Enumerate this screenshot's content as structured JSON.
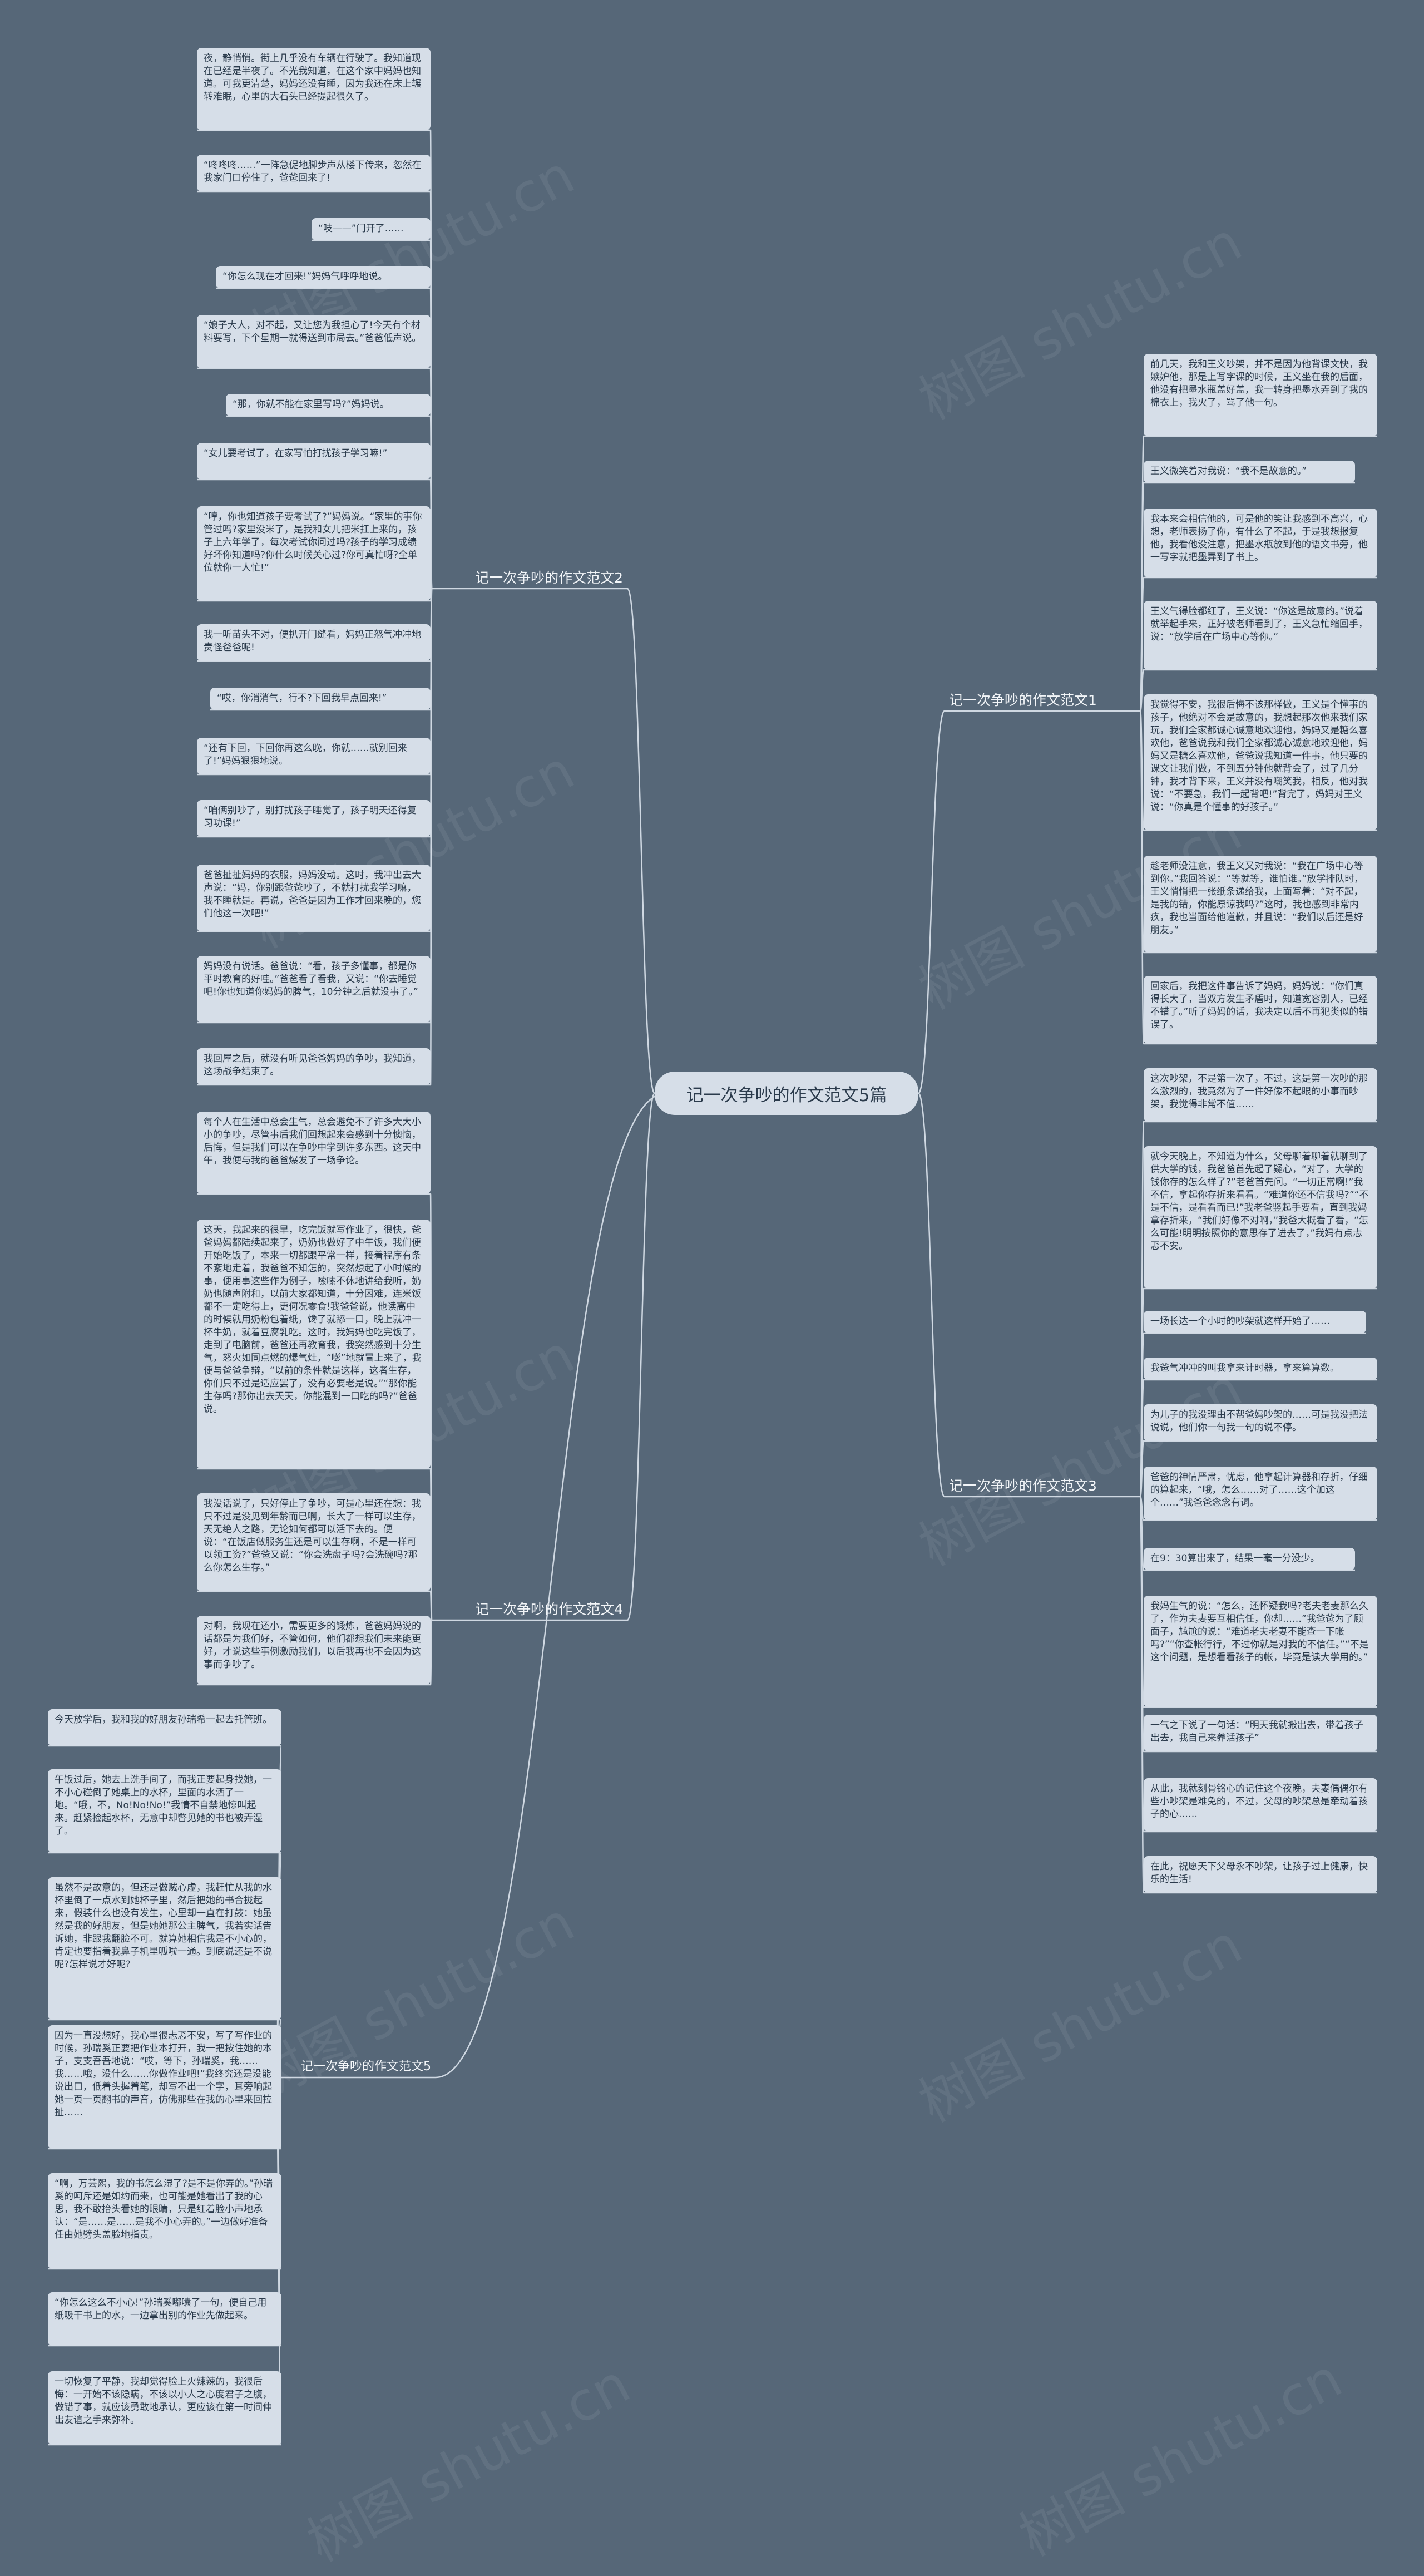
{
  "center": "记一次争吵的作文范文5篇",
  "colors": {
    "background": "#566778",
    "node": "#d6dee8",
    "line": "#cfd8e2",
    "text": "#2b3b4c"
  },
  "watermark": "树图 shutu.cn",
  "branches": {
    "b1": {
      "label": "记一次争吵的作文范文1",
      "items": [
        "前几天，我和王义吵架，并不是因为他背课文快，我嫉妒他，那是上写字课的时候，王义坐在我的后面，他没有把墨水瓶盖好盖，我一转身把墨水弄到了我的棉衣上，我火了，骂了他一句。",
        "王义微笑着对我说：“我不是故意的。”",
        "我本来会相信他的，可是他的笑让我感到不高兴，心想，老师表扬了你，有什么了不起，于是我想报复他，我看他没注意，把墨水瓶放到他的语文书旁，他一写字就把墨弄到了书上。",
        "王义气得脸都红了，王义说：“你这是故意的。”说着就举起手来，正好被老师看到了，王义急忙缩回手，说：“放学后在广场中心等你。”",
        "我觉得不安，我很后悔不该那样做，王义是个懂事的孩子，他绝对不会是故意的，我想起那次他来我们家玩，我们全家都诚心诚意地欢迎他，妈妈又是糖么喜欢他，爸爸说我和我们全家都诚心诚意地欢迎他，妈妈又是糖么喜欢他，爸爸说我知道一件事，他只要的课文让我们做，不到五分钟他就背会了，过了几分钟，我才背下来，王义并没有嘲笑我，相反，他对我说：“不要急，我们一起背吧!”背完了，妈妈对王义说：“你真是个懂事的好孩子。”",
        "趁老师没注意，我王义又对我说：“我在广场中心等到你。”我回答说：“等就等，谁怕谁。”放学排队时，王义悄悄把一张纸条递给我，上面写着：“对不起，是我的错，你能原谅我吗?”这时，我也感到非常内疚，我也当面给他道歉，并且说：“我们以后还是好朋友。”",
        "回家后，我把这件事告诉了妈妈，妈妈说：“你们真得长大了，当双方发生矛盾时，知道宽容别人，已经不错了。”听了妈妈的话，我决定以后不再犯类似的错误了。"
      ]
    },
    "b2": {
      "label": "记一次争吵的作文范文2",
      "items": [
        "夜，静悄悄。街上几乎没有车辆在行驶了。我知道现在已经是半夜了。不光我知道，在这个家中妈妈也知道。可我更清楚，妈妈还没有睡，因为我还在床上辗转难眠，心里的大石头已经提起很久了。",
        "“咚咚咚……”一阵急促地脚步声从楼下传来，忽然在我家门口停住了，爸爸回来了!",
        "“吱——”门开了……",
        "“你怎么现在才回来!”妈妈气呼呼地说。",
        "“娘子大人，对不起，又让您为我担心了!今天有个材料要写，下个星期一就得送到市局去。”爸爸低声说。",
        "“那，你就不能在家里写吗?”妈妈说。",
        "“女儿要考试了，在家写怕打扰孩子学习嘛!”",
        "“哼，你也知道孩子要考试了?”妈妈说。“家里的事你管过吗?家里没米了，是我和女儿把米扛上来的，孩子上六年学了，每次考试你问过吗?孩子的学习成绩好坏你知道吗?你什么时候关心过?你可真忙呀?全单位就你一人忙!”",
        "我一听苗头不对，便扒开门缝看，妈妈正怒气冲冲地责怪爸爸呢!",
        "“哎，你消消气，行不?下回我早点回来!”",
        "“还有下回，下回你再这么晚，你就……就别回来了!”妈妈狠狠地说。",
        "“咱俩别吵了，别打扰孩子睡觉了，孩子明天还得复习功课!”",
        "爸爸扯扯妈妈的衣服，妈妈没动。这时，我冲出去大声说：“妈，你别跟爸爸吵了，不就打扰我学习嘛，我不睡就是。再说，爸爸是因为工作才回来晚的，您们他这一次吧!”",
        "妈妈没有说话。爸爸说：“看，孩子多懂事，都是你平时教育的好哇。”爸爸看了看我，又说：“你去睡觉吧!你也知道你妈妈的脾气，10分钟之后就没事了。”",
        "我回屋之后，就没有听见爸爸妈妈的争吵，我知道，这场战争结束了。"
      ]
    },
    "b3": {
      "label": "记一次争吵的作文范文3",
      "items": [
        "这次吵架，不是第一次了，不过，这是第一次吵的那么激烈的，我竟然为了一件好像不起眼的小事而吵架，我觉得非常不值……",
        "就今天晚上，不知道为什么，父母聊着聊着就聊到了供大学的钱，我爸爸首先起了疑心，“对了，大学的钱你存的怎么样了?”老爸首先问。“一切正常啊!”我不信，拿起你存折来看看。“难道你还不信我吗?”“不是不信，是看看而已!”我老爸竖起手要看，直到我妈拿存折来，“我们好像不对啊，”我爸大概看了看，“怎么可能!明明按照你的意思存了进去了，”我妈有点忐忑不安。",
        "一场长达一个小时的吵架就这样开始了……",
        "我爸气冲冲的叫我拿来计时器，拿来算算数。",
        "为儿子的我没理由不帮爸妈吵架的……可是我没把法说说，他们你一句我一句的说不停。",
        "爸爸的神情严肃，忧虑，他拿起计算器和存折，仔细的算起来，“哦，怎么……对了……这个加这个……”我爸爸念念有词。",
        "在9：30算出来了，结果一毫一分没少。",
        "我妈生气的说：“怎么，还怀疑我吗?老夫老妻那么久了，作为夫妻要互相信任，你却……”我爸爸为了顾面子，尴尬的说：“难道老夫老妻不能查一下帐吗?”“你查帐行行，不过你就是对我的不信任。”“不是这个问题，是想看看孩子的帐，毕竟是读大学用的。”",
        "一气之下说了一句话：“明天我就搬出去，带着孩子出去，我自己来养活孩子”",
        "从此，我就刻骨铭心的记住这个夜晚，夫妻偶偶尔有些小吵架是难免的，不过，父母的吵架总是牵动着孩子的心……",
        "在此，祝愿天下父母永不吵架，让孩子过上健康，快乐的生活!"
      ]
    },
    "b4": {
      "label": "记一次争吵的作文范文4",
      "items": [
        "每个人在生活中总会生气，总会避免不了许多大大小小的争吵，尽管事后我们回想起来会感到十分懊恼，后悔，但是我们可以在争吵中学到许多东西。这天中午，我便与我的爸爸爆发了一场争论。",
        "这天，我起来的很早，吃完饭就写作业了，很快，爸爸妈妈都陆续起来了，奶奶也做好了中午饭，我们便开始吃饭了，本来一切都跟平常一样，接着程序有条不紊地走着，我爸爸不知怎的，突然想起了小时候的事，便用事这些作为例子，嗦嗦不休地讲给我听，奶奶也随声附和，以前大家都知道，十分困难，连米饭都不一定吃得上，更何况零食!我爸爸说，他读高中的时候就用奶粉包着纸，馋了就舔一口，晚上就冲一杯牛奶，就着豆腐乳吃。这时，我妈妈也吃完饭了，走到了电脑前，爸爸还再教育我，我突然感到十分生气，怒火如同点燃的爆气灶，“嘭”地就冒上来了，我便与爸爸争辩，“以前的条件就是这样，这者生存，你们只不过是适应罢了，没有必要老是说。”“那你能生存吗?那你出去天天，你能混到一口吃的吗?”爸爸说。",
        "我没话说了，只好停止了争吵，可是心里还在想：我只不过是没见到年龄而已啊，长大了一样可以生存，天无绝人之路，无论如何都可以活下去的。便说：“在饭店做服务生还是可以生存啊，不是一样可以领工资?”爸爸又说：“你会洗盘子吗?会洗碗吗?那么你怎么生存。”",
        "对啊，我现在还小，需要更多的锻炼，爸爸妈妈说的话都是为我们好，不管如何，他们都想我们未来能更好，才说这些事例激励我们，以后我再也不会因为这事而争吵了。"
      ]
    },
    "b5": {
      "label": "记一次争吵的作文范文5",
      "items": [
        "今天放学后，我和我的好朋友孙瑞希一起去托管班。",
        "午饭过后，她去上洗手间了，而我正要起身找她，一不小心碰倒了她桌上的水杯，里面的水洒了一地。“哦，不，No!No!No!”我情不自禁地惊叫起来。赶紧捡起水杯，无意中却瞥见她的书也被弄湿了。",
        "虽然不是故意的，但还是做贼心虚，我赶忙从我的水杯里倒了一点水到她杯子里，然后把她的书合拢起来，假装什么也没有发生，心里却一直在打鼓：她虽然是我的好朋友，但是她她那公主脾气，我若实话告诉她，非跟我翻脸不可。就算她相信我是不小心的，肯定也要指着我鼻子机里呱啦一通。到底说还是不说呢?怎样说才好呢?",
        "因为一直没想好，我心里很忐忑不安，写了写作业的时候，孙瑞奚正要把作业本打开，我一把按住她的本子，支支吾吾地说：“哎，等下，孙瑞奚，我……我……哦，没什么……你做作业吧!”我终究还是没能说出口，低着头握着笔，却写不出一个字，耳旁响起她一页一页翻书的声音，仿佛那些在我的心里来回拉扯……",
        "“啊，万芸熙，我的书怎么湿了?是不是你弄的。”孙瑞奚的呵斥还是如约而来，也可能是她看出了我的心思，我不敢抬头看她的眼睛，只是红着脸小声地承认：“是……是……是我不小心弄的。”一边做好准备任由她劈头盖脸地指责。",
        "“你怎么这么不小心!”孙瑞奚嘟囔了一句，便自己用纸吸干书上的水，一边拿出别的作业先做起来。",
        "一切恢复了平静，我却觉得脸上火辣辣的，我很后悔：一开始不该隐瞒，不该以小人之心度君子之腹，做错了事，就应该勇敢地承认，更应该在第一时间伸出友谊之手来弥补。"
      ]
    }
  }
}
